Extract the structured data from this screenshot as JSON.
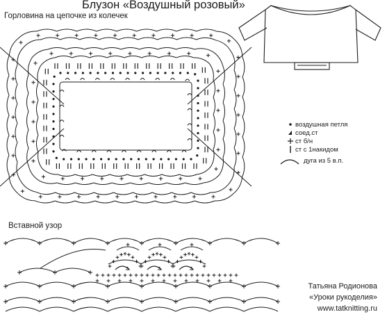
{
  "title": "Блузон «Воздушный розовый»",
  "subtitle": "Горловина на цепочке из колечек",
  "insert_title": "Вставной узор",
  "legend": [
    {
      "icon": "chain-stitch-dot",
      "label": "воздушная петля"
    },
    {
      "icon": "slip-stitch-triangle",
      "label": "соед.ст"
    },
    {
      "icon": "single-crochet-plus",
      "label": "ст б/н"
    },
    {
      "icon": "double-crochet-bar",
      "label": "ст с 1накидом"
    },
    {
      "icon": "chain-arc",
      "label": "дуга из 5 в.п."
    }
  ],
  "credits": {
    "author": "Татьяна Родионова",
    "site_name": "«Уроки рукоделия»",
    "url": "www.tatknitting.ru"
  },
  "colors": {
    "ink": "#1a1a1a",
    "background": "#ffffff"
  }
}
